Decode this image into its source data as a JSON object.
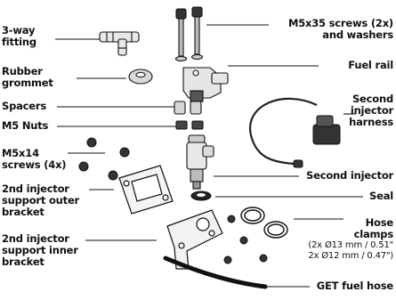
{
  "labels": {
    "three_way_fitting": "3-way\nfitting",
    "rubber_grommet": "Rubber\ngrommet",
    "spacers": "Spacers",
    "m5_nuts": "M5 Nuts",
    "m5x14_screws": "M5x14\nscrews (4x)",
    "outer_bracket": "2nd injector\nsupport outer\nbracket",
    "inner_bracket": "2nd injector\nsupport inner\nbracket",
    "m5x35_screws": "M5x35 screws (2x)\nand washers",
    "fuel_rail": "Fuel rail",
    "second_harness": "Second\ninjector\nharness",
    "second_injector": "Second injector",
    "seal": "Seal",
    "hose_clamps": "Hose\nclamps",
    "hose_clamps_sizes": "(2x Ø13 mm / 0.51\"\n2x Ø12 mm / 0.47\")",
    "get_fuel_hose": "GET fuel hose"
  },
  "colors": {
    "line": "#111111",
    "part_fill": "#e8e8e8",
    "dark": "#2a2a2a"
  }
}
